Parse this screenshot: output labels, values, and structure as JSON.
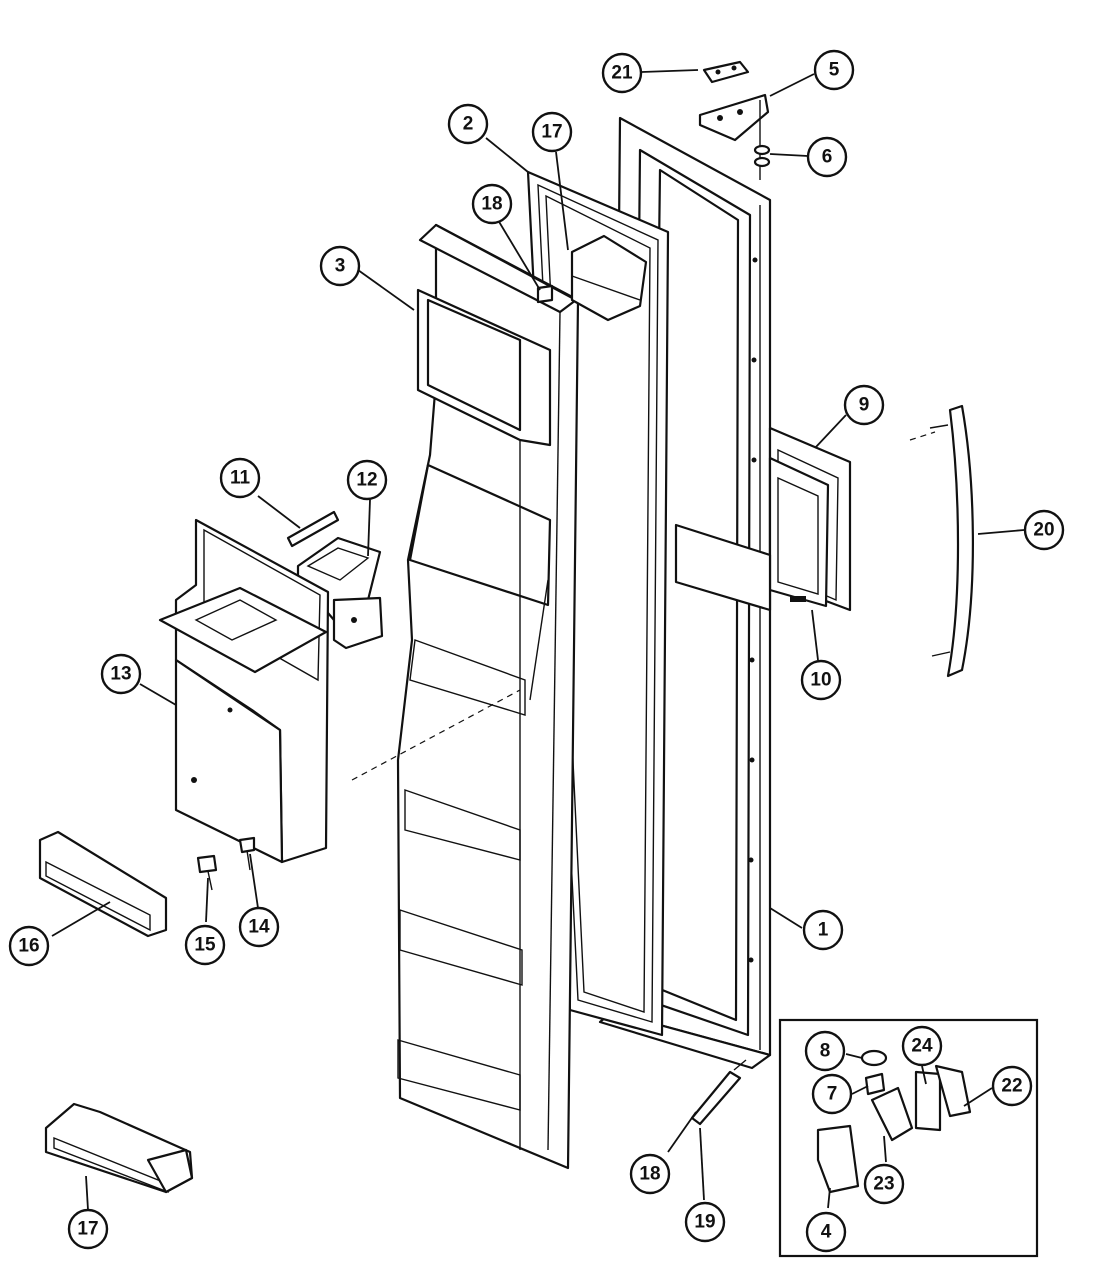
{
  "diagram": {
    "callouts": [
      {
        "id": "c21a",
        "label": "21"
      },
      {
        "id": "c5",
        "label": "5"
      },
      {
        "id": "c2",
        "label": "2"
      },
      {
        "id": "c17a",
        "label": "17"
      },
      {
        "id": "c6",
        "label": "6"
      },
      {
        "id": "c18a",
        "label": "18"
      },
      {
        "id": "c3",
        "label": "3"
      },
      {
        "id": "c9",
        "label": "9"
      },
      {
        "id": "c11",
        "label": "11"
      },
      {
        "id": "c12",
        "label": "12"
      },
      {
        "id": "c20",
        "label": "20"
      },
      {
        "id": "c13",
        "label": "13"
      },
      {
        "id": "c10",
        "label": "10"
      },
      {
        "id": "c14",
        "label": "14"
      },
      {
        "id": "c16",
        "label": "16"
      },
      {
        "id": "c15",
        "label": "15"
      },
      {
        "id": "c1",
        "label": "1"
      },
      {
        "id": "c8",
        "label": "8"
      },
      {
        "id": "c24",
        "label": "24"
      },
      {
        "id": "c22",
        "label": "22"
      },
      {
        "id": "c7",
        "label": "7"
      },
      {
        "id": "c18b",
        "label": "18"
      },
      {
        "id": "c23",
        "label": "23"
      },
      {
        "id": "c19",
        "label": "19"
      },
      {
        "id": "c4",
        "label": "4"
      },
      {
        "id": "c17b",
        "label": "17"
      }
    ]
  }
}
